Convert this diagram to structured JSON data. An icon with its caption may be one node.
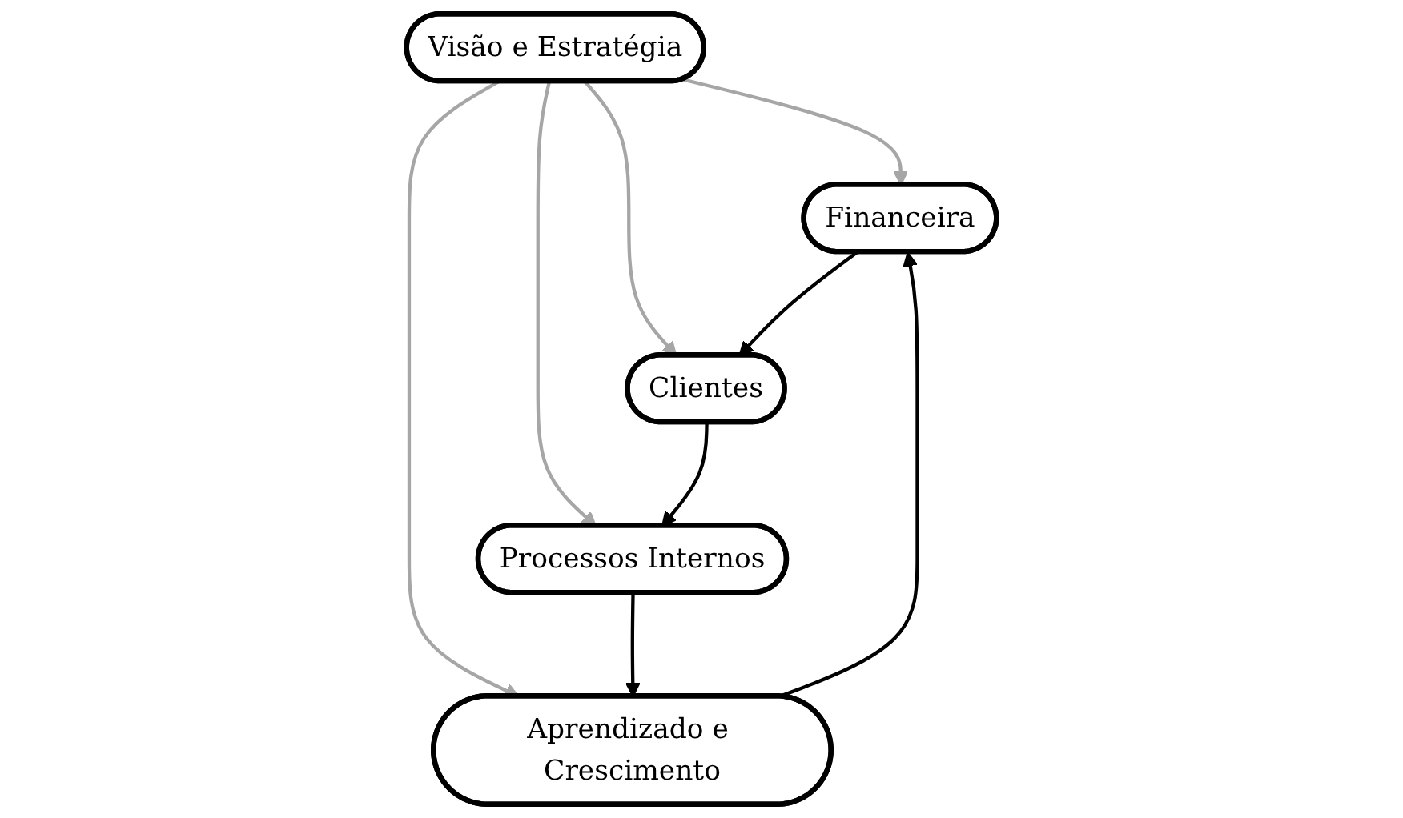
{
  "diagram": {
    "nodes": [
      {
        "text": [
          "Financeira"
        ]
      },
      {
        "text": [
          "Clientes"
        ]
      },
      {
        "text": [
          "Processos Internos"
        ]
      },
      {
        "text": [
          "Aprendizado e Crescimento"
        ]
      },
      {
        "text": [
          "Visão e Estratégia"
        ]
      }
    ],
    "edges": [
      {
        "from": 4,
        "to": 0,
        "arrow": "to",
        "color": "#a6a6a6"
      },
      {
        "from": 4,
        "to": 1,
        "arrow": "to",
        "color": "#a6a6a6"
      },
      {
        "from": 4,
        "to": 2,
        "arrow": "to",
        "color": "#a6a6a6"
      },
      {
        "from": 4,
        "to": 3,
        "arrow": "to",
        "color": "#a6a6a6"
      },
      {
        "from": 0,
        "to": 1,
        "arrow": "to",
        "color": "#000000"
      },
      {
        "from": 1,
        "to": 2,
        "arrow": "to",
        "color": "#000000"
      },
      {
        "from": 2,
        "to": 3,
        "arrow": "to",
        "color": "#000000"
      },
      {
        "from": 3,
        "to": 0,
        "arrow": "to",
        "color": "#000000"
      }
    ]
  }
}
